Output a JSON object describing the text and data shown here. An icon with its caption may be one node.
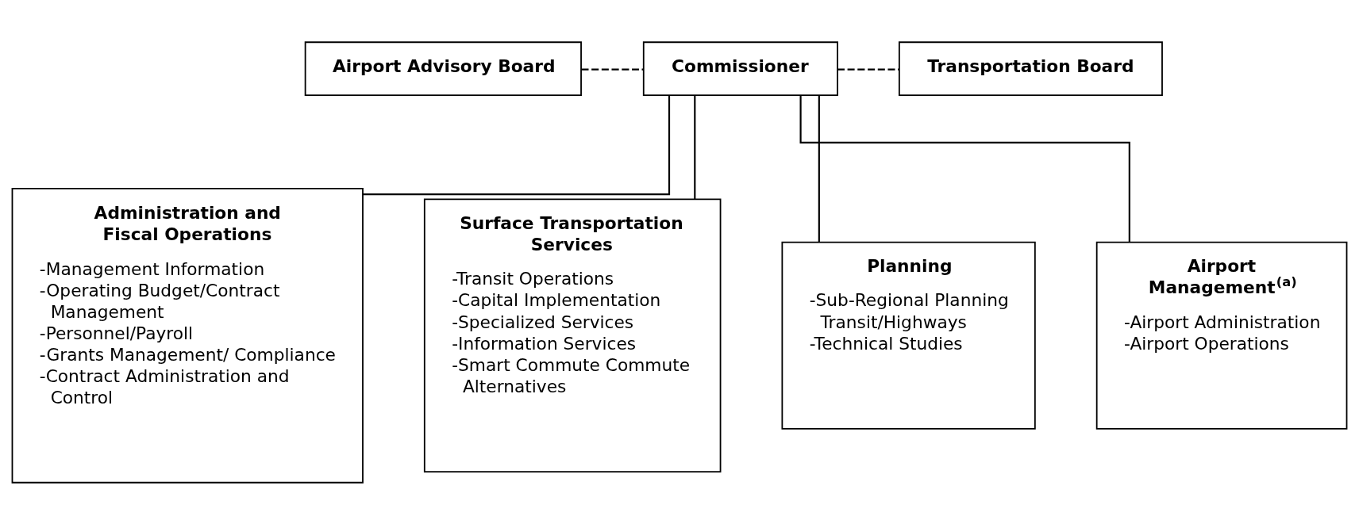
{
  "diagram": {
    "nodes": [
      {
        "text": [
          "Commissioner"
        ]
      },
      {
        "text": [
          "Airport Advisory Board"
        ]
      },
      {
        "text": [
          "Transportation Board"
        ]
      },
      {
        "text": [
          "Administration and Fiscal Operations",
          "-Management Information",
          "-Operating Budget/Contract Management",
          "-Personnel/Payroll",
          "-Grants Management/ Compliance",
          "-Contract Administration and Control"
        ]
      },
      {
        "text": [
          "Surface Transportation Services",
          "-Transit Operations",
          "-Capital Implementation",
          "-Specialized Services",
          "-Information Services",
          "-Smart Commute Commute Alternatives"
        ]
      },
      {
        "text": [
          "Planning",
          "-Sub-Regional Planning Transit/Highways",
          "-Technical Studies"
        ]
      },
      {
        "text": [
          "Airport Management$^{(a)}$",
          "-Airport Administration",
          "-Airport Operations"
        ]
      }
    ],
    "edges": [
      {
        "from": 1,
        "to": 0,
        "arrow": "none",
        "style": "dashed"
      },
      {
        "from": 0,
        "to": 2,
        "arrow": "none",
        "style": "dashed"
      },
      {
        "from": 0,
        "to": 3,
        "arrow": "none"
      },
      {
        "from": 0,
        "to": 4,
        "arrow": "none"
      },
      {
        "from": 0,
        "to": 5,
        "arrow": "none"
      },
      {
        "from": 0,
        "to": 6,
        "arrow": "none"
      }
    ]
  }
}
